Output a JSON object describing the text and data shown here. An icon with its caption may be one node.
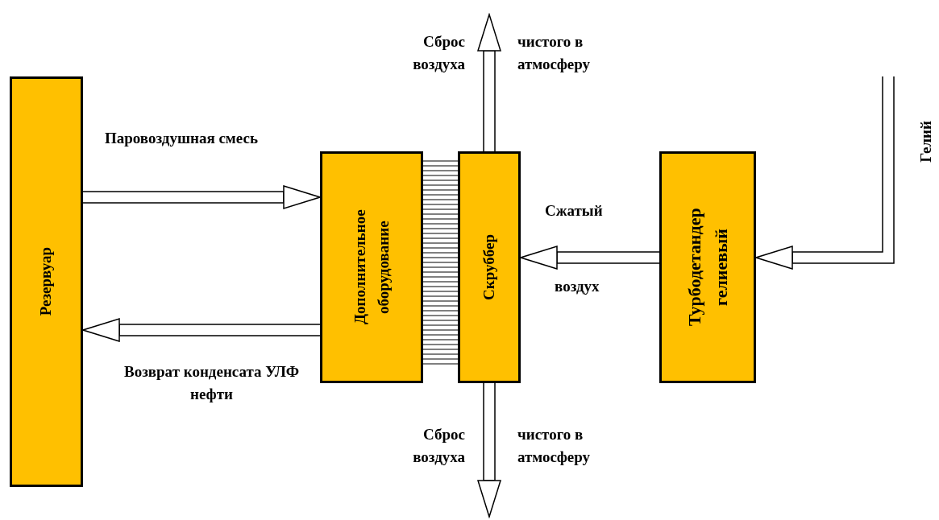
{
  "diagram": {
    "nodes": [
      {
        "text": [
          "Резервуар"
        ]
      },
      {
        "text": [
          "Дополнительное оборудование"
        ]
      },
      {
        "text": [
          "Скруббер"
        ]
      },
      {
        "text": [
          "Турбодетандер гелиевый"
        ]
      }
    ],
    "edges": [
      {
        "from": 0,
        "to": 1,
        "arrow": "to",
        "label": "Паровоздушная смесь"
      },
      {
        "from": 1,
        "to": 0,
        "arrow": "to",
        "label": "Возврат конденсата УЛФ нефти"
      },
      {
        "from": 1,
        "to": 2,
        "arrow": "none"
      },
      {
        "from": 3,
        "to": 2,
        "arrow": "to"
      },
      {
        "from": null,
        "to": 3,
        "arrow": "to",
        "label": "Гелий"
      },
      {
        "from": 2,
        "to": null,
        "arrow": "to"
      },
      {
        "from": 2,
        "to": null,
        "arrow": "to"
      }
    ],
    "labels": [
      "Сброс воздуха",
      "чистого в атмосферу",
      "Сжатый",
      "воздух",
      "Сброс воздуха",
      "чистого в атмосферу"
    ]
  }
}
